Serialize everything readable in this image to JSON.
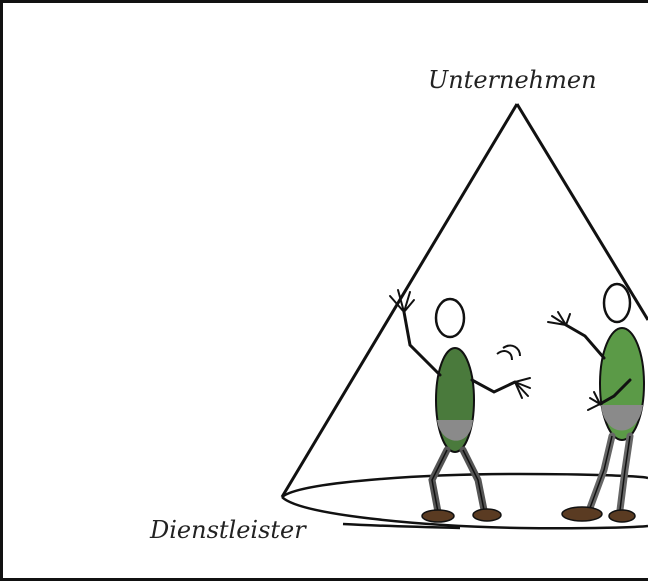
{
  "diagram": {
    "top_label": "Unternehmen",
    "left_label": "Dienstleister",
    "colors": {
      "line": "#111111",
      "body_green": "#4a7a3c",
      "body_green_light": "#5b9a47",
      "body_gray": "#8a8a8a",
      "leg_gray": "#6f6f6f",
      "shoe_brown": "#5a3b22"
    },
    "figures": [
      "figure-left",
      "figure-right"
    ]
  }
}
